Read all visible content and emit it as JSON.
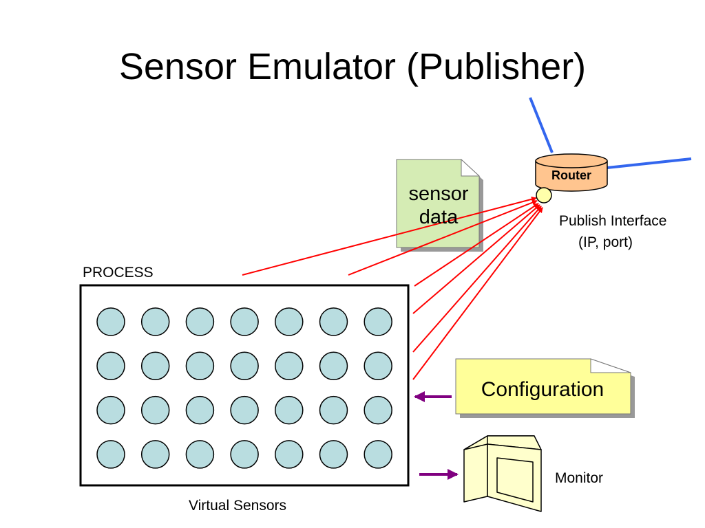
{
  "title": "Sensor Emulator (Publisher)",
  "process_label": "PROCESS",
  "virtual_sensors_label": "Virtual Sensors",
  "router_label": "Router",
  "sensor_data": {
    "line1": "sensor",
    "line2": "data"
  },
  "publish_interface": {
    "line1": "Publish Interface",
    "line2": "(IP, port)"
  },
  "configuration_label": "Configuration",
  "monitor_label": "Monitor",
  "sensor_grid": {
    "rows": 4,
    "cols": 7
  },
  "colors": {
    "sensor_fill": "#b9dde0",
    "note_fill": "#d5ecb4",
    "config_fill": "#ffff99",
    "router_fill": "#ffc58f",
    "port_fill": "#ffffaa",
    "monitor_fill": "#ffffcc",
    "data_arrow": "#ff0000",
    "control_arrow": "#800080",
    "network_line": "#3366ee"
  }
}
